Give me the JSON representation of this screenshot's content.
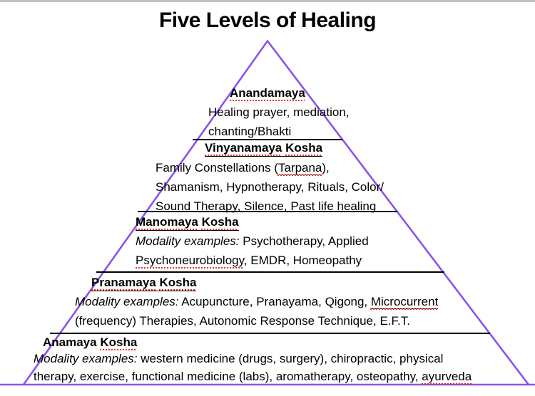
{
  "title": "Five Levels of Healing",
  "colors": {
    "pyramid_outline": "#8a54ec",
    "top_rule": "#bac0c7",
    "level_divider": "#000000",
    "spellcheck_underline": "#e5302c",
    "text": "#000000",
    "background": "#ffffff"
  },
  "pyramid": {
    "levels": [
      {
        "name": "Anandamaya",
        "heading": [
          {
            "text": "Anandamaya",
            "style": "sp"
          }
        ],
        "body": [
          [
            {
              "text": "Healing prayer, mediation,"
            }
          ],
          [
            {
              "text": "chanting/Bhakti"
            }
          ]
        ]
      },
      {
        "name": "Vinyanamaya Kosha",
        "heading": [
          {
            "text": "Vinyanamaya",
            "style": "sp"
          },
          {
            "text": " "
          },
          {
            "text": "Kosha",
            "style": "sp"
          }
        ],
        "body": [
          [
            {
              "text": "Family Constellations ("
            },
            {
              "text": "Tarpana",
              "style": "u sp"
            },
            {
              "text": "),"
            }
          ],
          [
            {
              "text": "Shamanism, Hypnotherapy, Rituals, Color/"
            }
          ],
          [
            {
              "text": "Sound Therapy, Silence, Past life healing"
            }
          ]
        ]
      },
      {
        "name": "Manomaya Kosha",
        "heading": [
          {
            "text": "Manomaya",
            "style": "sp"
          },
          {
            "text": " "
          },
          {
            "text": "Kosha",
            "style": "sp"
          }
        ],
        "body": [
          [
            {
              "text": "Modality examples:",
              "style": "i"
            },
            {
              "text": " Psychotherapy, Applied"
            }
          ],
          [
            {
              "text": "Psychoneurobiology",
              "style": "sp"
            },
            {
              "text": ", EMDR, Homeopathy"
            }
          ]
        ]
      },
      {
        "name": "Pranamaya Kosha",
        "heading": [
          {
            "text": "Pranamaya",
            "style": "sp"
          },
          {
            "text": " "
          },
          {
            "text": "Kosha",
            "style": "sp"
          }
        ],
        "body": [
          [
            {
              "text": "Modality examples:",
              "style": "i"
            },
            {
              "text": " Acupuncture, Pranayama, Qigong, "
            },
            {
              "text": "Microcurrent",
              "style": "u sp"
            }
          ],
          [
            {
              "text": "(frequency) Therapies, Autonomic Response Technique, E.F.T."
            }
          ]
        ]
      },
      {
        "name": "Anamaya Kosha",
        "heading": [
          {
            "text": "Anamaya"
          },
          {
            "text": " "
          },
          {
            "text": "Kosha",
            "style": "sp"
          }
        ],
        "body": [
          [
            {
              "text": "Modality examples:",
              "style": "i"
            },
            {
              "text": " western medicine (drugs, surgery), chiropractic, physical"
            }
          ],
          [
            {
              "text": "therapy, exercise, functional medicine (labs), aromatherapy, osteopathy, "
            },
            {
              "text": "ayurveda",
              "style": "sp"
            }
          ]
        ]
      }
    ]
  }
}
